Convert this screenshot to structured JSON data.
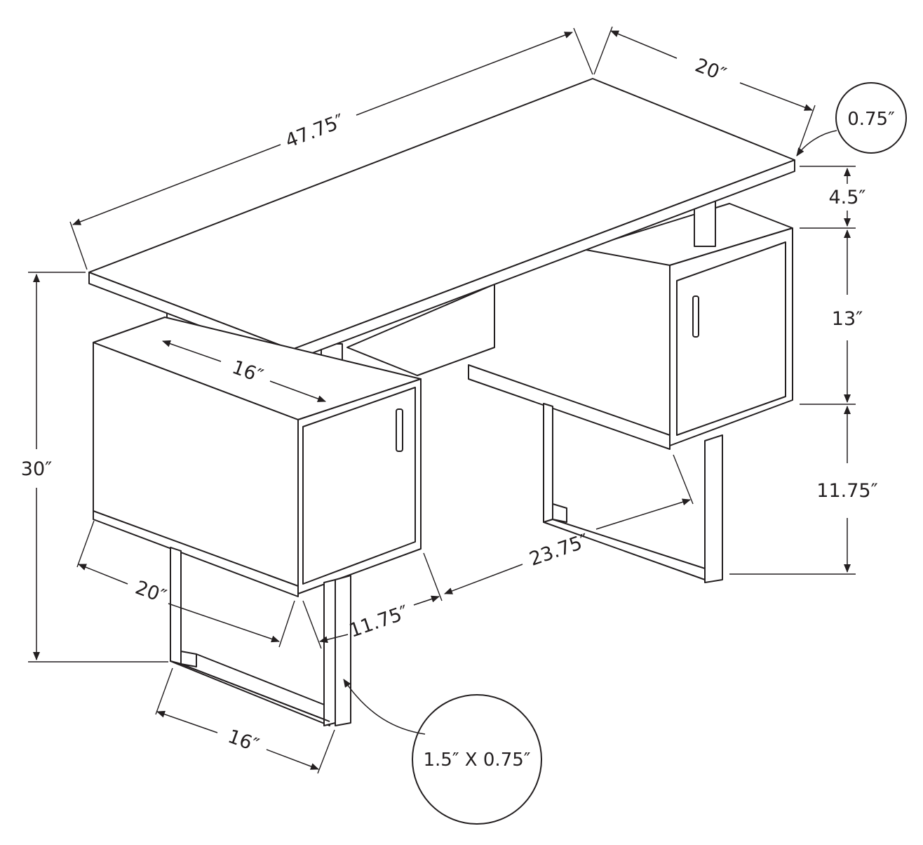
{
  "diagram": {
    "colors": {
      "line": "#231f20",
      "background": "#ffffff"
    },
    "dimensions": {
      "top_length": "47.75″",
      "top_depth": "20″",
      "top_thickness": "0.75″",
      "gap_height": "4.5″",
      "cabinet_height": "13″",
      "leg_clearance": "11.75″",
      "total_height": "30″",
      "cabinet_width_top": "16″",
      "cabinet_depth": "20″",
      "base_width": "16″",
      "inner_space": "23.75″",
      "leg_gap": "11.75″",
      "leg_section": "1.5″ X 0.75″"
    }
  }
}
